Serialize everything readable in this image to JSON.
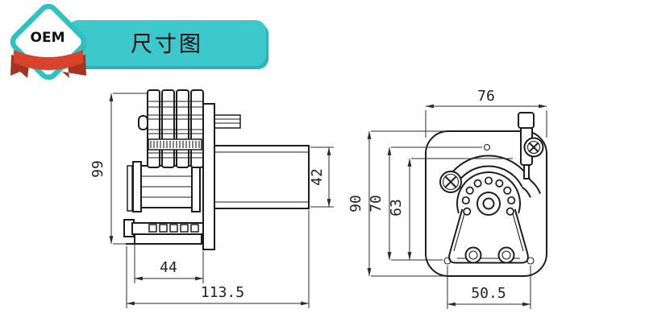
{
  "badge": {
    "label": "OEM"
  },
  "banner": {
    "title": "尺寸图"
  },
  "colors": {
    "teal": "#3dc8cb",
    "teal_dark": "#2bb3b7",
    "diamond_border": "#2fc0c4",
    "ribbon_red": "#d8432c",
    "ribbon_dark": "#a63320",
    "line": "#1d1d1d"
  },
  "side_view": {
    "title": "pump side view",
    "dims": {
      "overall_height": "99",
      "motor_face": "42",
      "head_width": "44",
      "overall_length": "113.5"
    }
  },
  "front_view": {
    "title": "pump front view",
    "dims": {
      "overall_width": "76",
      "overall_height": "90",
      "hole_span_vertical": "70",
      "rotor_span": "63",
      "hole_span_horizontal": "50.5"
    }
  }
}
